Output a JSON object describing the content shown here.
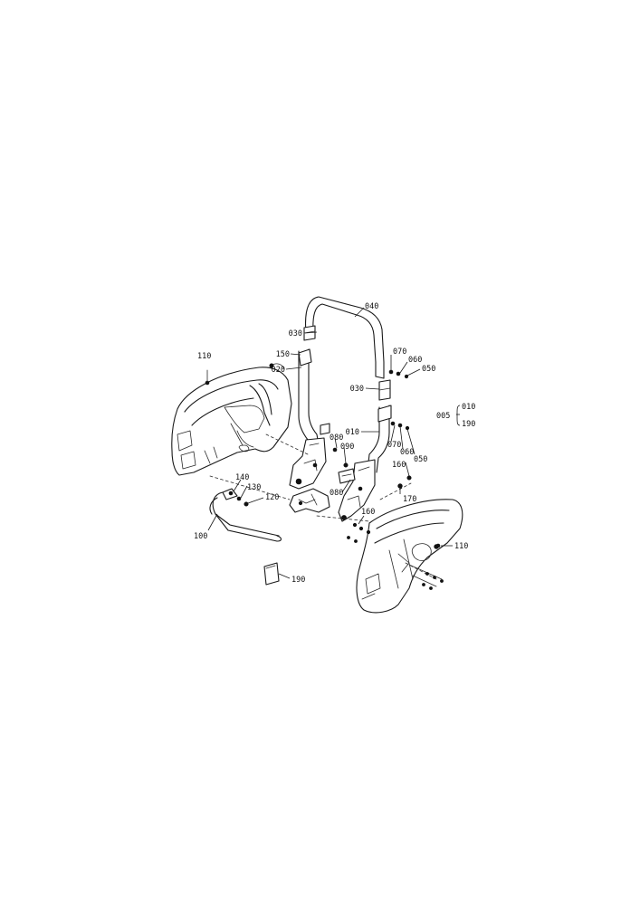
{
  "diagram": {
    "callouts": {
      "c040": "040",
      "c030a": "030",
      "c150": "150",
      "c020": "020",
      "c070a": "070",
      "c060a": "060",
      "c050a": "050",
      "c030b": "030",
      "c110a": "110",
      "c010": "010",
      "c005": "005",
      "c005_010": "010",
      "c005_190": "190",
      "c080a": "080",
      "c090": "090",
      "c070b": "070",
      "c060b": "060",
      "c050b": "050",
      "c160a": "160",
      "c080b": "080",
      "c170": "170",
      "c140": "140",
      "c130": "130",
      "c120": "120",
      "c160b": "160",
      "c100": "100",
      "c110b": "110",
      "c190": "190"
    }
  }
}
